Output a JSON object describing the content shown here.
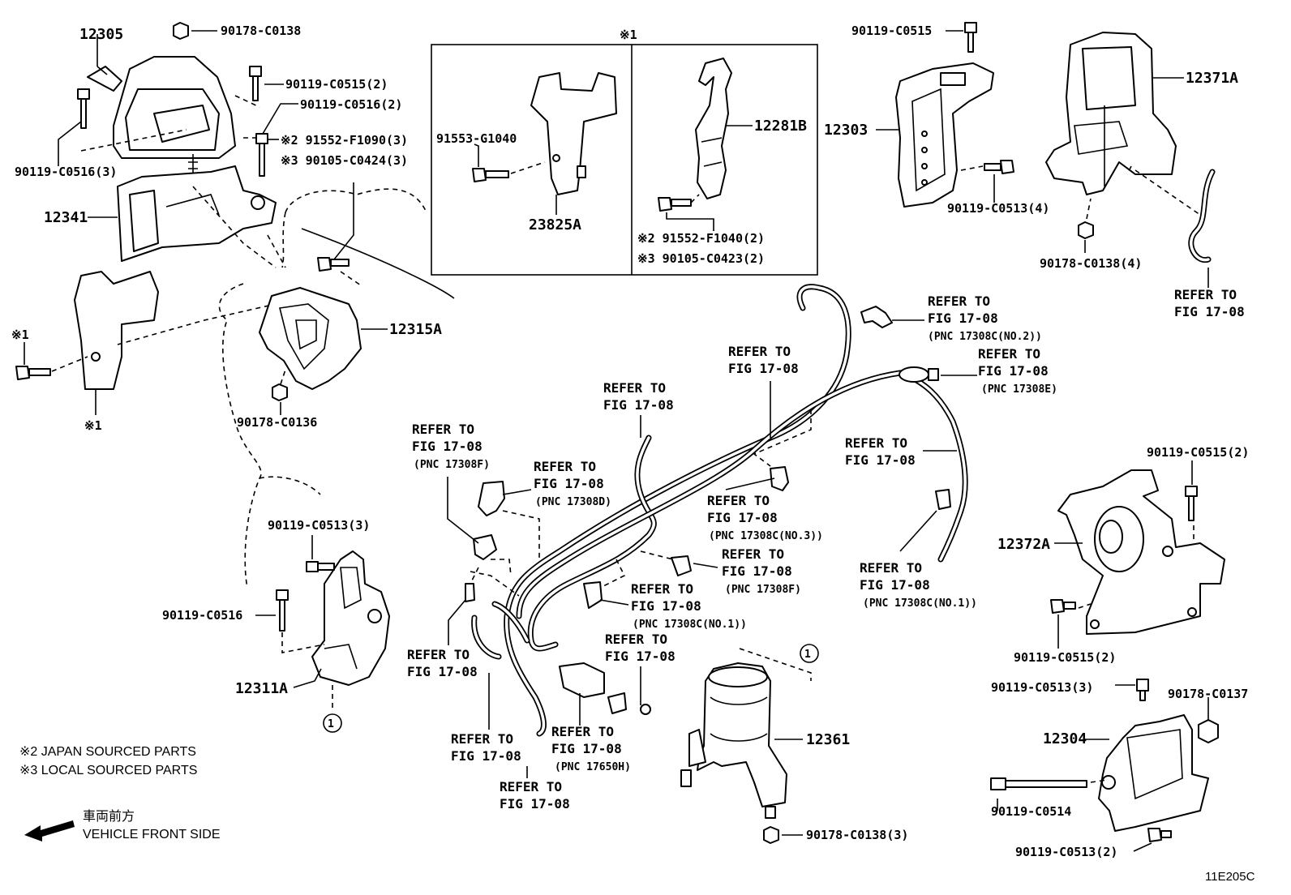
{
  "callouts": {
    "c12305": "12305",
    "c90178_C0138_top": "90178-C0138",
    "c90119_C0515_2": "90119-C0515(2)",
    "c90119_C0516_2": "90119-C0516(2)",
    "c91552_F1090": "※2 91552-F1090(3)",
    "c90105_C0424": "※3 90105-C0424(3)",
    "c90119_C0516_3": "90119-C0516(3)",
    "c12341": "12341",
    "c12315A": "12315A",
    "c90178_C0136": "90178-C0136",
    "mark1_left": "※1",
    "mark1_left2": "※1",
    "c90119_C0513_3_left": "90119-C0513(3)",
    "c90119_C0516": "90119-C0516",
    "c12311A": "12311A",
    "box_mark": "※1",
    "c91553_G1040": "91553-G1040",
    "c23825A": "23825A",
    "c12281B": "12281B",
    "c91552_F1040": "※2 91552-F1040(2)",
    "c90105_C0423": "※3 90105-C0423(2)",
    "c90119_C0515_top": "90119-C0515",
    "c12303": "12303",
    "c90119_C0513_4": "90119-C0513(4)",
    "c12371A": "12371A",
    "c90178_C0138_4": "90178-C0138(4)",
    "c90119_C0515_2_right": "90119-C0515(2)",
    "c12372A": "12372A",
    "c90119_C0515_2_right_b": "90119-C0515(2)",
    "c90119_C0513_3_right": "90119-C0513(3)",
    "c90178_C0137": "90178-C0137",
    "c12304": "12304",
    "c90119_C0514": "90119-C0514",
    "c90119_C0513_2": "90119-C0513(2)",
    "c12361": "12361",
    "c90178_C0138_3": "90178-C0138(3)",
    "circle1": "1"
  },
  "refer": {
    "refer_to": "REFER TO",
    "fig": "FIG 17-08",
    "pnc_17308C_no2": "(PNC 17308C(NO.2))",
    "pnc_17308E": "(PNC 17308E)",
    "pnc_17308F": "(PNC 17308F)",
    "pnc_17308D": "(PNC 17308D)",
    "pnc_17308C_no3": "(PNC 17308C(NO.3))",
    "pnc_17308F_b": "(PNC 17308F)",
    "pnc_17308C_no1_a": "(PNC 17308C(NO.1))",
    "pnc_17308C_no1_b": "(PNC 17308C(NO.1))",
    "pnc_17650H": "(PNC 17650H)"
  },
  "notes": {
    "japan": "※2 JAPAN SOURCED PARTS",
    "local": "※3 LOCAL SOURCED PARTS",
    "front_jp": "車両前方",
    "front_en": "VEHICLE FRONT SIDE",
    "code": "11E205C"
  }
}
